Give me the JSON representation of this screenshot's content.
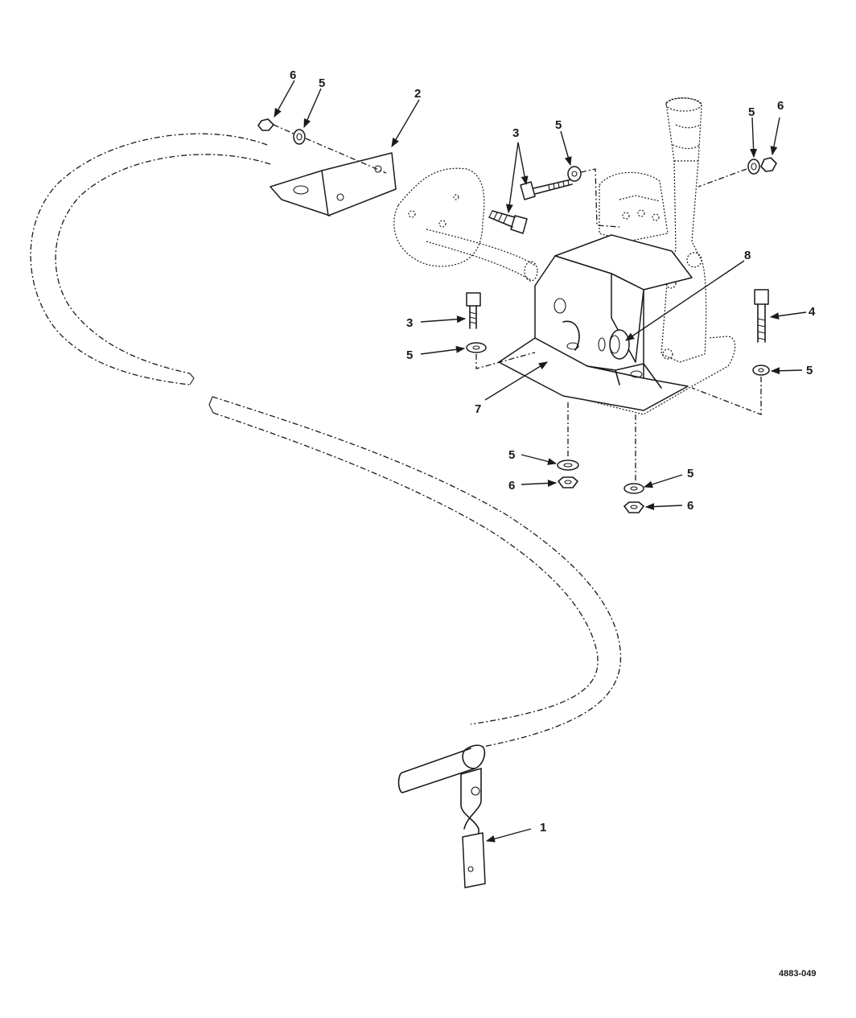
{
  "figure_id": "4883-049",
  "callouts": {
    "c1": "1",
    "c2": "2",
    "c3a": "3",
    "c3b": "3",
    "c4": "4",
    "c5a": "5",
    "c5b": "5",
    "c5c": "5",
    "c5d": "5",
    "c5e": "5",
    "c5f": "5",
    "c5g": "5",
    "c6a": "6",
    "c6b": "6",
    "c6c": "6",
    "c6d": "6",
    "c7": "7",
    "c8": "8"
  }
}
